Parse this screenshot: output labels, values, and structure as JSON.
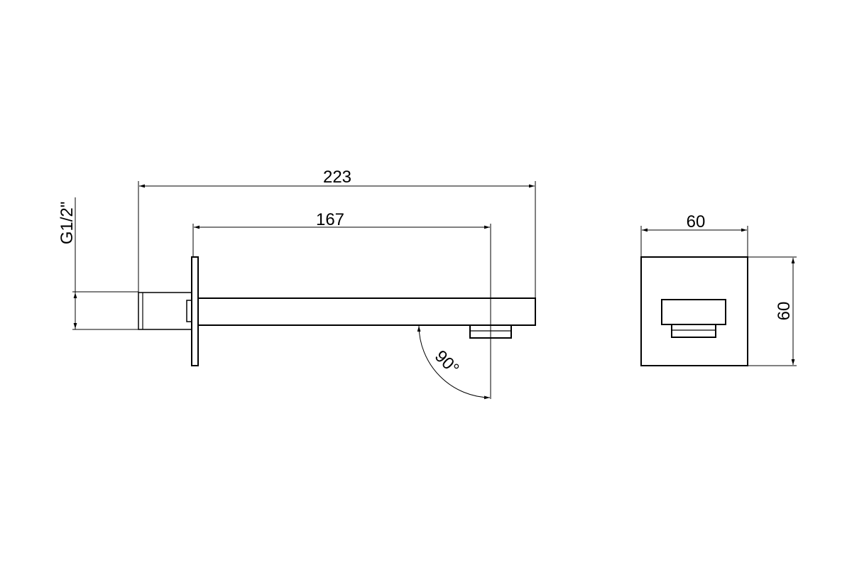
{
  "dimensions": {
    "overall_length": "223",
    "spout_length": "167",
    "thread": "G1/2\"",
    "angle": "90°",
    "plate_width": "60",
    "plate_height": "60"
  },
  "colors": {
    "line": "#000000",
    "background": "#ffffff"
  }
}
